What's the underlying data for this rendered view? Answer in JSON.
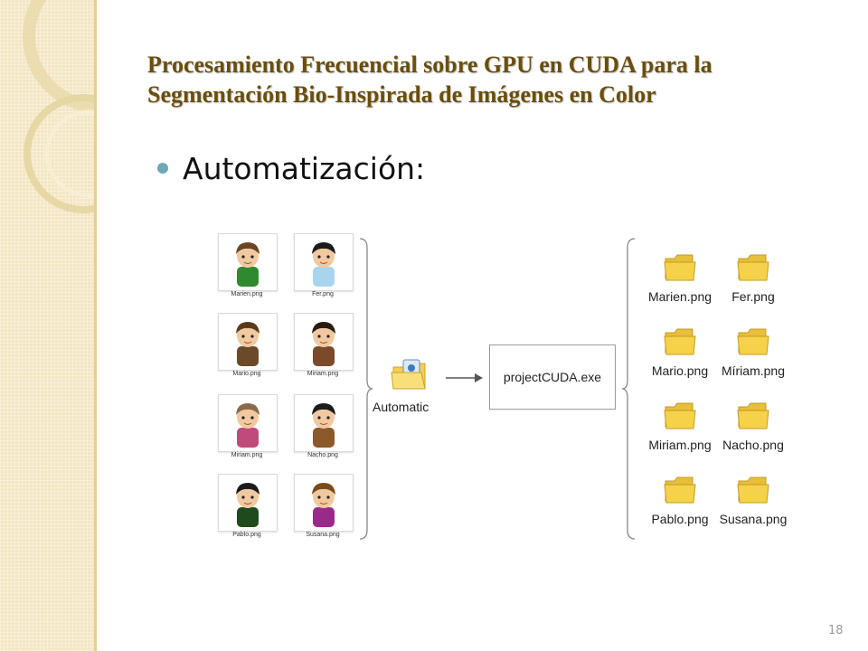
{
  "slide": {
    "title_line1": "Procesamiento Frecuencial sobre GPU en CUDA para la",
    "title_line2": "Segmentación Bio-Inspirada de Imágenes en Color",
    "bullet": "Automatización:",
    "page_number": "18"
  },
  "diagram": {
    "inputs": [
      {
        "label": "Marien.png",
        "hair": "#6b4423",
        "shirt": "#2f8a2f"
      },
      {
        "label": "Fer.png",
        "hair": "#1b1b1b",
        "shirt": "#a9d4ee"
      },
      {
        "label": "Mario.png",
        "hair": "#5a3a1a",
        "shirt": "#6b4a2a"
      },
      {
        "label": "Miriam.png",
        "hair": "#2a1a10",
        "shirt": "#7a4a2a"
      },
      {
        "label": "Miriam.png",
        "hair": "#8b6a4a",
        "shirt": "#c04a7a"
      },
      {
        "label": "Nacho.png",
        "hair": "#1b1b1b",
        "shirt": "#8a5a2a"
      },
      {
        "label": "Pablo.png",
        "hair": "#1b1b1b",
        "shirt": "#1e4a1e"
      },
      {
        "label": "Susana.png",
        "hair": "#7a4a1a",
        "shirt": "#9a2a8a"
      }
    ],
    "automatic_label": "Automatic",
    "program_label": "projectCUDA.exe",
    "outputs": [
      "Marien.png",
      "Fer.png",
      "Mario.png",
      "Míriam.png",
      "Miriam.png",
      "Nacho.png",
      "Pablo.png",
      "Susana.png"
    ]
  },
  "colors": {
    "title": "#6a4e0b",
    "bullet": "#6fa7b7",
    "folder": "#f6d24a"
  }
}
